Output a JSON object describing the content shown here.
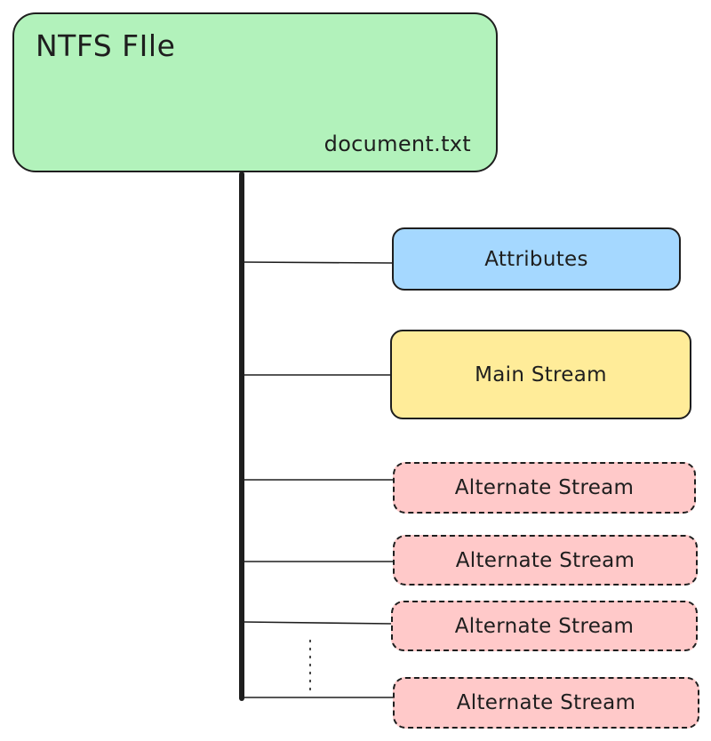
{
  "diagram": {
    "file": {
      "title": "NTFS FIle",
      "filename": "document.txt",
      "color": "#b2f2bb"
    },
    "attributes": {
      "label": "Attributes",
      "color": "#a5d8ff"
    },
    "main_stream": {
      "label": "Main Stream",
      "color": "#ffec99"
    },
    "alternate_streams": [
      {
        "label": "Alternate Stream"
      },
      {
        "label": "Alternate Stream"
      },
      {
        "label": "Alternate Stream"
      },
      {
        "label": "Alternate Stream"
      }
    ],
    "alternate_stream_color": "#ffc9c9",
    "line_color": "#1e1e1e"
  }
}
